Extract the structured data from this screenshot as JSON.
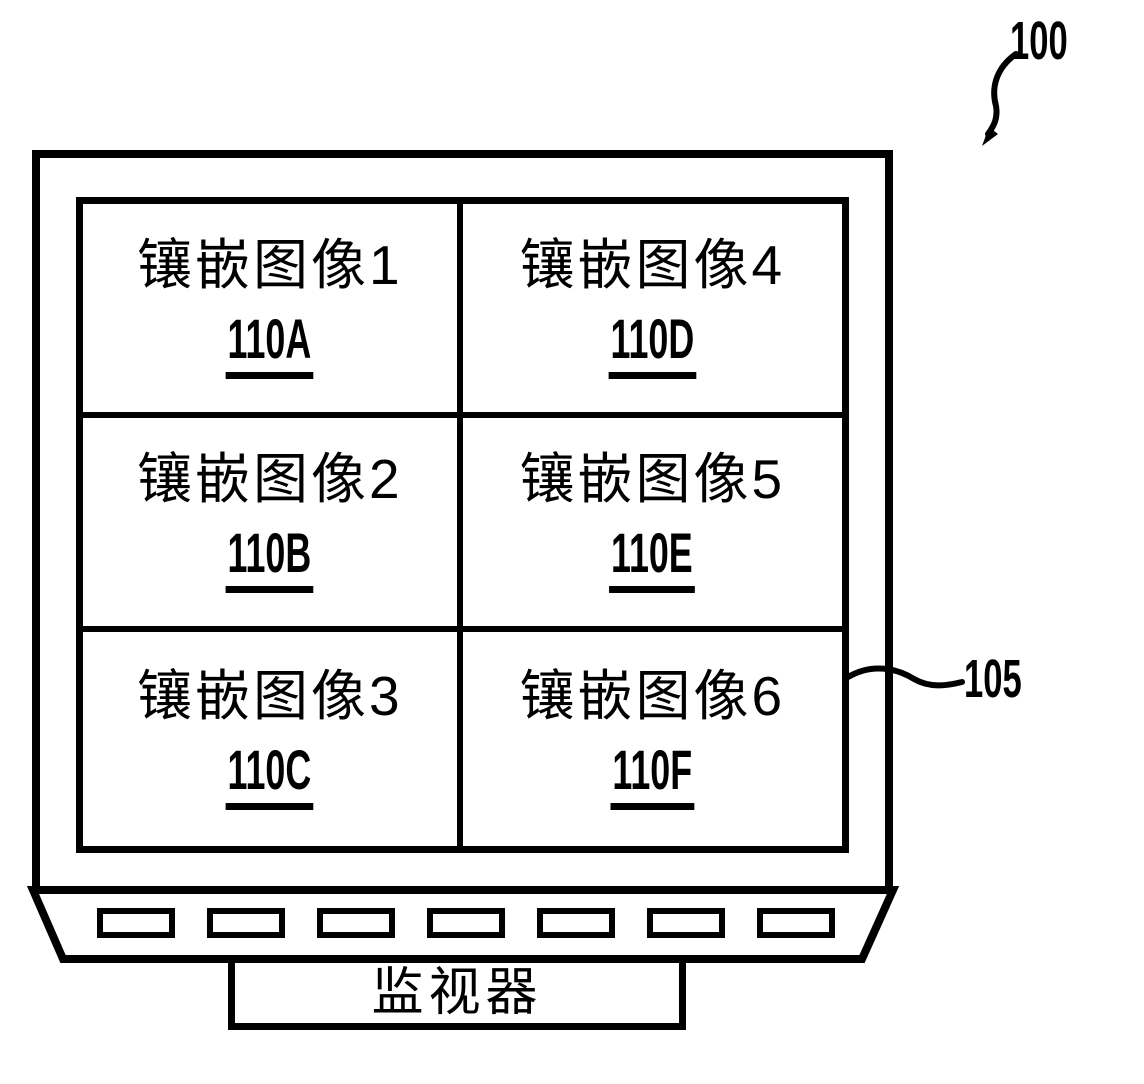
{
  "figure": {
    "ref_100": "100",
    "ref_105": "105"
  },
  "monitor": {
    "stand_label": "监视器",
    "button_count": 7,
    "screen": {
      "cells": [
        {
          "title": "镶嵌图像1",
          "ref": "110A"
        },
        {
          "title": "镶嵌图像4",
          "ref": "110D"
        },
        {
          "title": "镶嵌图像2",
          "ref": "110B"
        },
        {
          "title": "镶嵌图像5",
          "ref": "110E"
        },
        {
          "title": "镶嵌图像3",
          "ref": "110C"
        },
        {
          "title": "镶嵌图像6",
          "ref": "110F"
        }
      ]
    }
  },
  "colors": {
    "ink": "#000000",
    "background": "#ffffff"
  }
}
